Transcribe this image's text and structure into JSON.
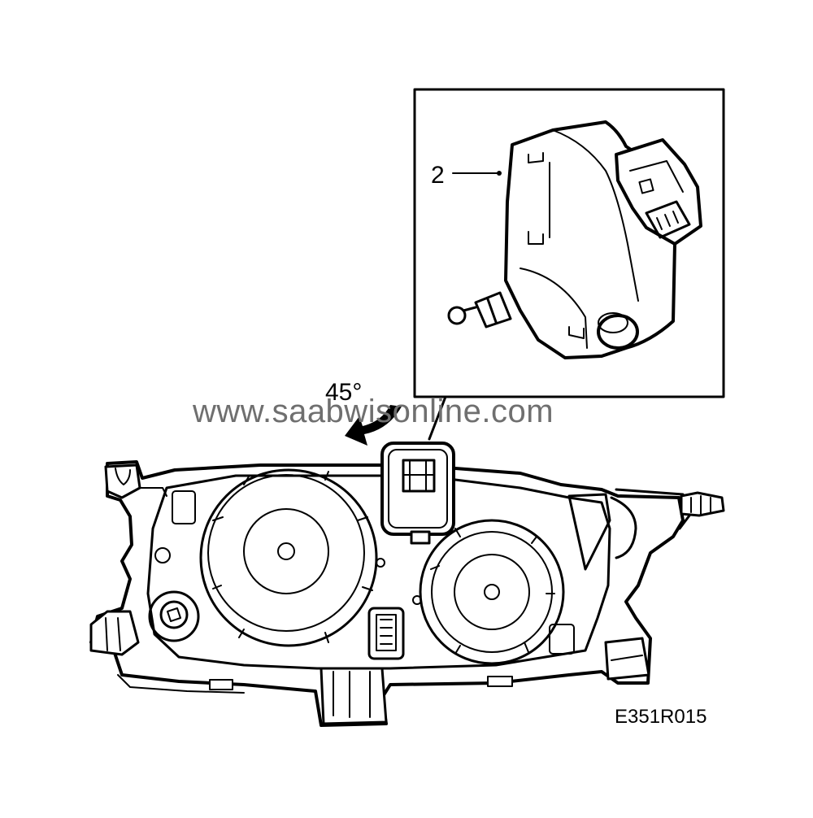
{
  "callouts": {
    "part_2": "2"
  },
  "rotation": {
    "angle_label": "45°"
  },
  "watermark": {
    "text": "www.saabwisonline.com"
  },
  "figure": {
    "id": "E351R015"
  },
  "colors": {
    "line": "#000000",
    "background": "#ffffff",
    "watermark": "#6f6f6f"
  }
}
